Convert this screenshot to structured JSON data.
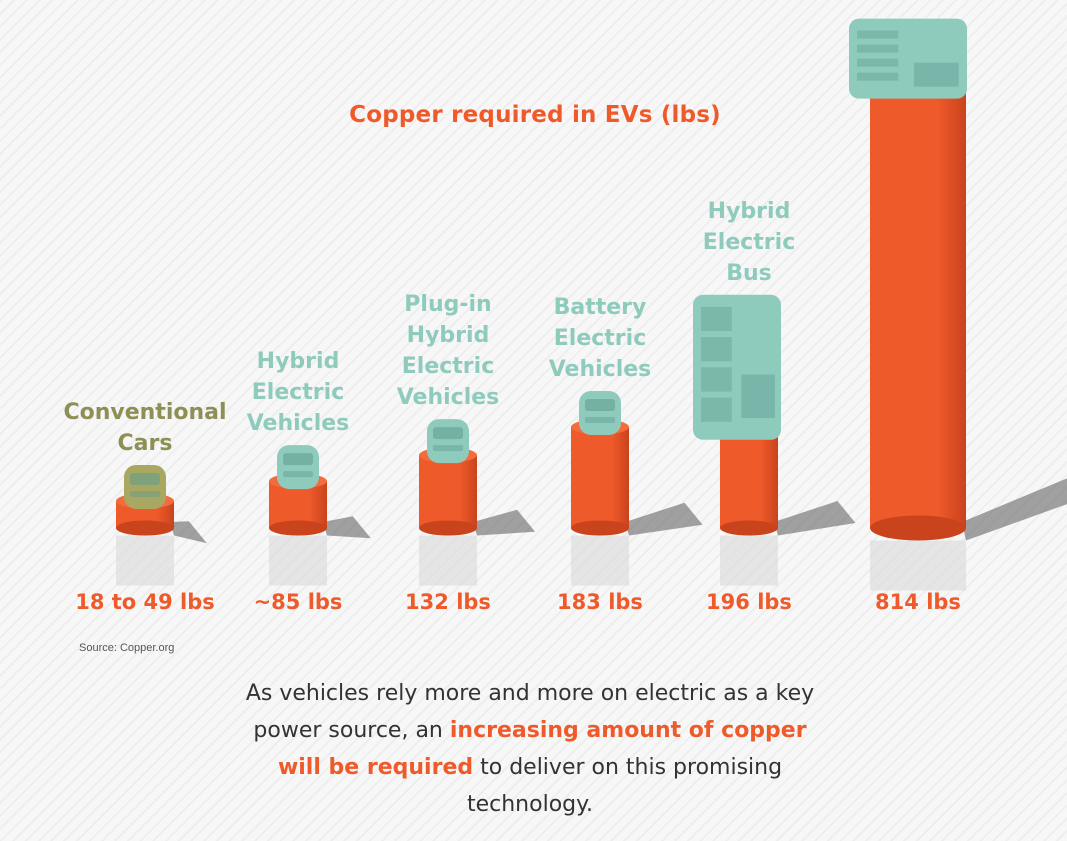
{
  "chart_data": {
    "type": "bar",
    "title": "Copper required in EVs (lbs)",
    "unit": "lbs",
    "categories": [
      "Conventional\nCars",
      "Hybrid\nElectric\nVehicles",
      "Plug-in\nHybrid\nElectric\nVehicles",
      "Battery\nElectric\nVehicles",
      "Hybrid\nElectric\nBus",
      ""
    ],
    "values": [
      49,
      85,
      132,
      183,
      196,
      814
    ],
    "value_labels": [
      "18 to 49 lbs",
      "~85 lbs",
      "132 lbs",
      "183 lbs",
      "196 lbs",
      "814 lbs"
    ],
    "vehicle_icons": [
      "car-icon",
      "car-icon",
      "car-icon",
      "car-icon",
      "bus-icon",
      "bus-icon"
    ],
    "ylim": [
      0,
      814
    ],
    "grid": false,
    "legend": "none"
  },
  "source": "Source: Copper.org",
  "footer": {
    "part1": "As vehicles rely more and more on electric as a key power source, an ",
    "highlight": "increasing amount of copper will be required",
    "part2": " to deliver on this promising technology."
  },
  "colors": {
    "copper": "#ef5a2b",
    "copper_shade": "#c9431c",
    "vehicle": "#8fcbbd",
    "vehicle_dark": "#5f9c8e",
    "conventional_vehicle": "#a9a863",
    "conventional_label": "#8e8f55",
    "shadow": "#5a5a5a"
  }
}
